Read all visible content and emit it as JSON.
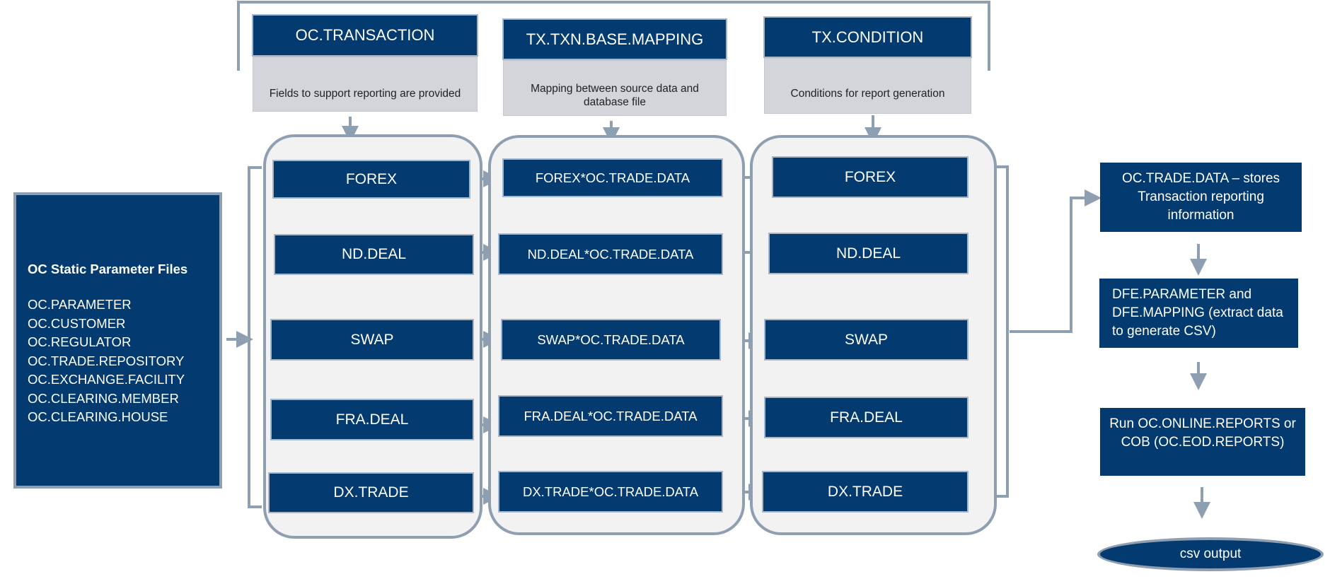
{
  "static_params": {
    "title": "OC Static Parameter Files",
    "files": [
      "OC.PARAMETER",
      "OC.CUSTOMER",
      "OC.REGULATOR",
      "OC.TRADE.REPOSITORY",
      "OC.EXCHANGE.FACILITY",
      "OC.CLEARING.MEMBER",
      "OC.CLEARING.HOUSE"
    ]
  },
  "headers": [
    {
      "title": "OC.TRANSACTION",
      "desc": "Fields to support reporting are provided"
    },
    {
      "title": "TX.TXN.BASE.MAPPING",
      "desc": "Mapping between source data and database file"
    },
    {
      "title": "TX.CONDITION",
      "desc": "Conditions for report generation"
    }
  ],
  "lanes": {
    "left": [
      "FOREX",
      "ND.DEAL",
      "SWAP",
      "FRA.DEAL",
      "DX.TRADE"
    ],
    "middle": [
      "FOREX*OC.TRADE.DATA",
      "ND.DEAL*OC.TRADE.DATA",
      "SWAP*OC.TRADE.DATA",
      "FRA.DEAL*OC.TRADE.DATA",
      "DX.TRADE*OC.TRADE.DATA"
    ],
    "right": [
      "FOREX",
      "ND.DEAL",
      "SWAP",
      "FRA.DEAL",
      "DX.TRADE"
    ]
  },
  "output_flow": {
    "step1": "OC.TRADE.DATA – stores Transaction reporting information",
    "step2": "DFE.PARAMETER and DFE.MAPPING (extract data to generate CSV)",
    "step3": "Run OC.ONLINE.REPORTS or COB (OC.EOD.REPORTS)",
    "output": "csv output"
  },
  "colors": {
    "box": "#033a6f",
    "connector": "#8e9fb1",
    "description_fill": "#d3d5db",
    "lane_fill": "#f2f2f2"
  }
}
